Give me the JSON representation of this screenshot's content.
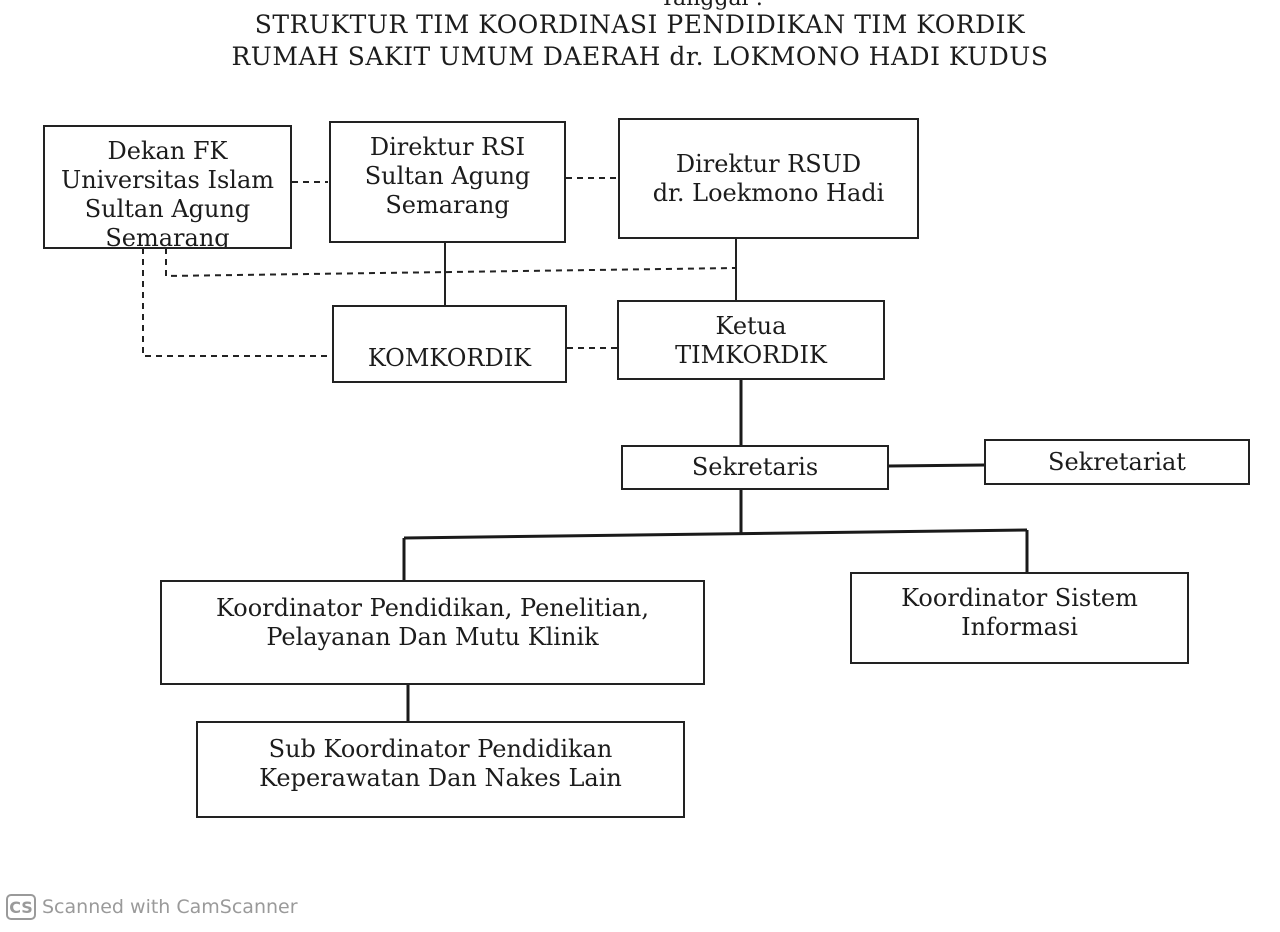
{
  "header": {
    "cut_text": "Tanggal :",
    "title_line1": "STRUKTUR TIM KOORDINASI PENDIDIKAN TIM KORDIK",
    "title_line2": "RUMAH SAKIT UMUM DAERAH dr. LOKMONO HADI KUDUS"
  },
  "nodes": {
    "dekan": [
      "Dekan FK",
      "Universitas Islam",
      "Sultan Agung",
      "Semarang"
    ],
    "direktur_rsi": [
      "Direktur RSI",
      "Sultan Agung",
      "Semarang"
    ],
    "direktur_rsud": [
      "Direktur RSUD",
      "dr. Loekmono Hadi"
    ],
    "komkordik": [
      "KOMKORDIK"
    ],
    "ketua": [
      "Ketua",
      "TIMKORDIK"
    ],
    "sekretaris": [
      "Sekretaris"
    ],
    "sekretariat": [
      "Sekretariat"
    ],
    "koord_pendidikan": [
      "Koordinator Pendidikan, Penelitian,",
      "Pelayanan Dan Mutu Klinik"
    ],
    "koord_sistem": [
      "Koordinator Sistem",
      "Informasi"
    ],
    "sub_koord": [
      "Sub Koordinator Pendidikan",
      "Keperawatan Dan Nakes Lain"
    ]
  },
  "watermark": {
    "logo": "CS",
    "text": "Scanned with CamScanner"
  }
}
